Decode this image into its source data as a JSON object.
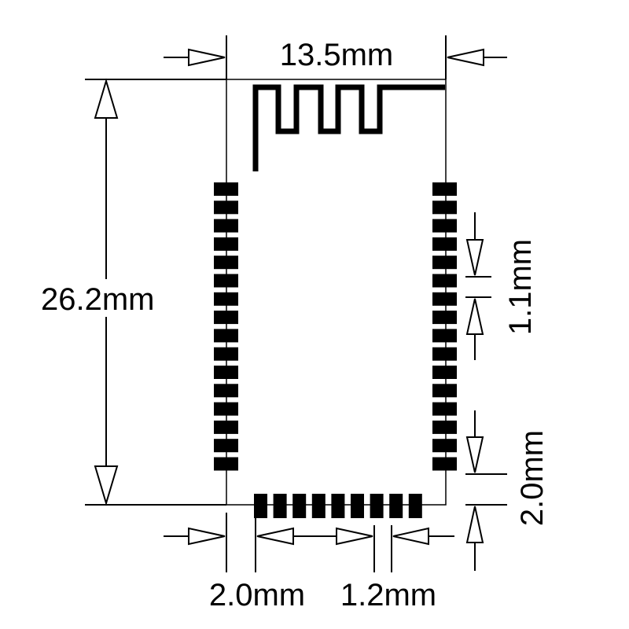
{
  "dimensions": {
    "width": "13.5mm",
    "height": "26.2mm",
    "pin_pitch": "1.1mm",
    "bottom_clearance": "2.0mm",
    "bottom_left_offset": "2.0mm",
    "bottom_pin_pitch": "1.2mm"
  },
  "pads": {
    "left_count": 16,
    "right_count": 16,
    "bottom_count": 9
  },
  "colors": {
    "ink": "#000000",
    "background": "#ffffff"
  }
}
